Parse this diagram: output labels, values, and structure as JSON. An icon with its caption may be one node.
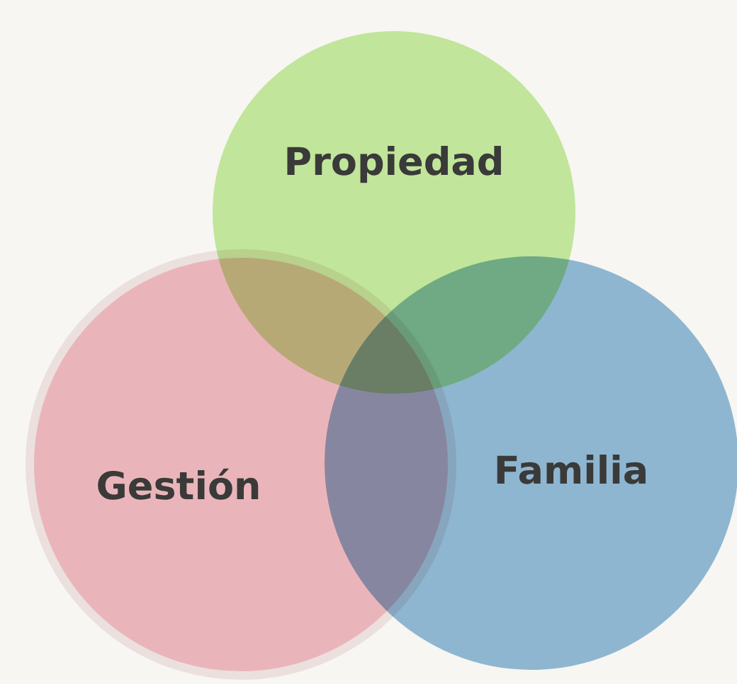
{
  "diagram": {
    "nodes": [
      {
        "text": [
          "Propiedad"
        ]
      },
      {
        "text": [
          "Gestión"
        ]
      },
      {
        "text": [
          "Familia"
        ]
      }
    ]
  }
}
